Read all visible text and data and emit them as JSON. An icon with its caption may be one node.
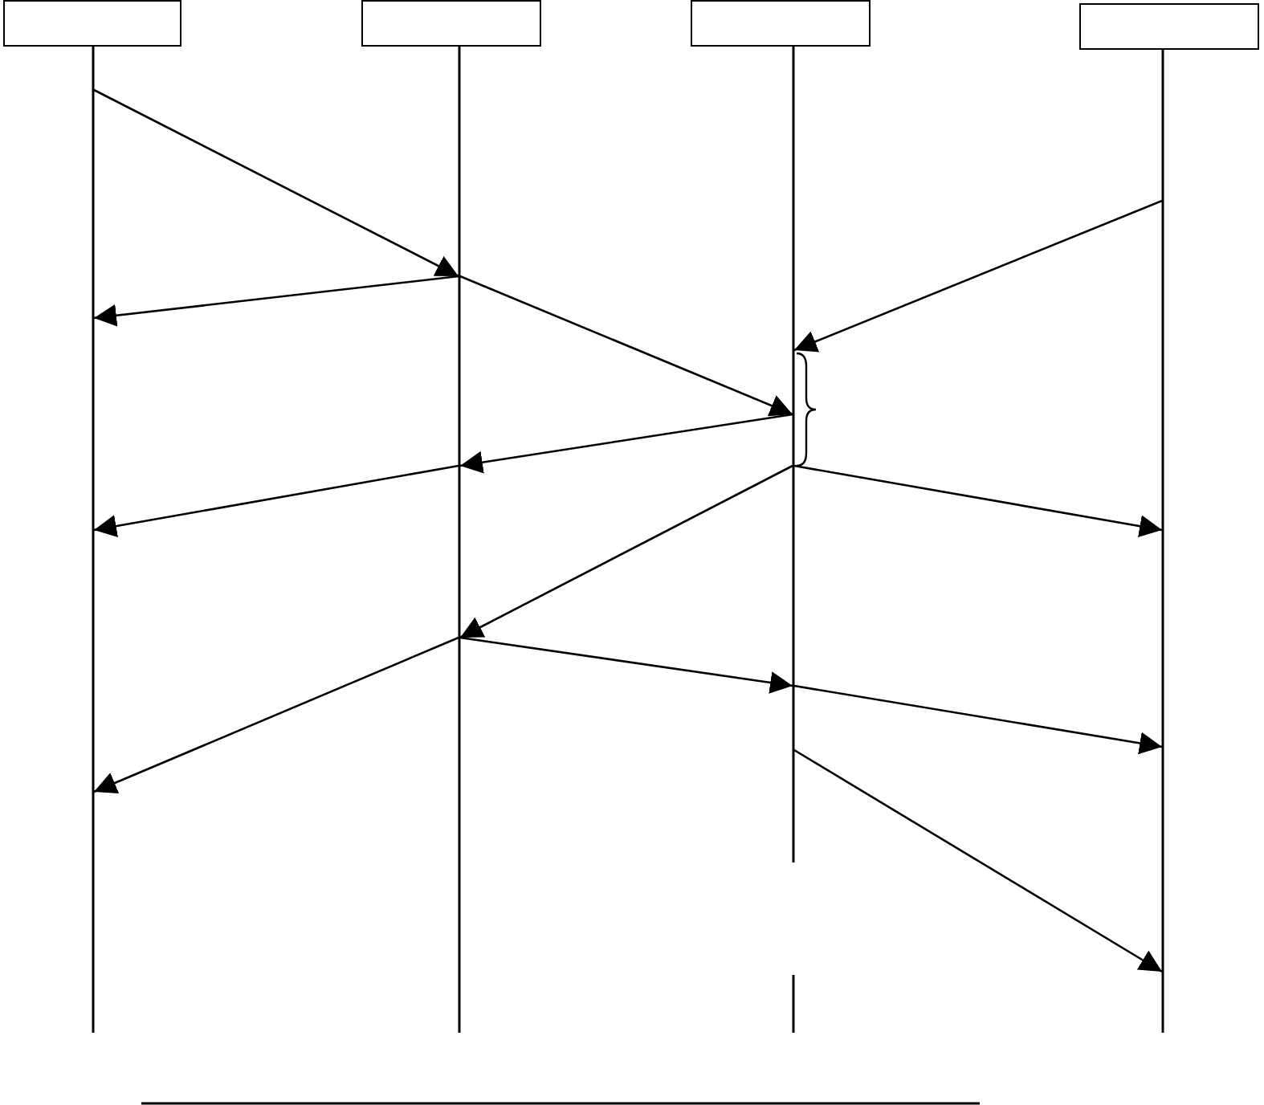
{
  "diagram": {
    "nodes": [
      {
        "text": [],
        "shape": "box"
      },
      {
        "text": [],
        "shape": "box"
      },
      {
        "text": [],
        "shape": "box"
      },
      {
        "text": [],
        "shape": "box"
      },
      {
        "text": [],
        "shape": "line"
      },
      {
        "text": [],
        "shape": "line"
      },
      {
        "text": [],
        "shape": "line"
      },
      {
        "text": [],
        "shape": "line"
      }
    ],
    "edges": [
      {
        "from": 4,
        "to": 5,
        "arrow": "to"
      },
      {
        "from": 5,
        "to": 4,
        "arrow": "to"
      },
      {
        "from": 5,
        "to": 6,
        "arrow": "to"
      },
      {
        "from": 7,
        "to": 6,
        "arrow": "to"
      },
      {
        "from": 6,
        "to": 5,
        "arrow": "to"
      },
      {
        "from": 5,
        "to": 4,
        "arrow": "to"
      },
      {
        "from": 6,
        "to": 7,
        "arrow": "to"
      },
      {
        "from": 6,
        "to": 5,
        "arrow": "to"
      },
      {
        "from": 5,
        "to": 4,
        "arrow": "to"
      },
      {
        "from": 5,
        "to": 6,
        "arrow": "to"
      },
      {
        "from": 6,
        "to": 7,
        "arrow": "to"
      },
      {
        "from": 6,
        "to": 7,
        "arrow": "to"
      }
    ]
  }
}
